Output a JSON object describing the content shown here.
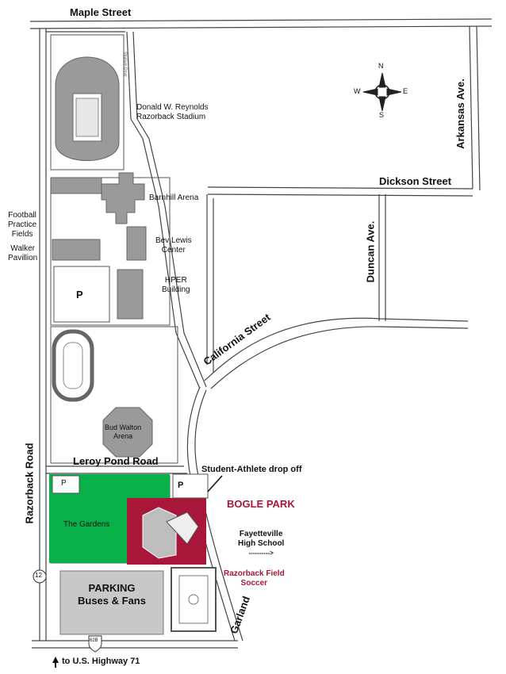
{
  "streets": {
    "maple": "Maple Street",
    "dickson": "Dickson Street",
    "arkansas": "Arkansas Ave.",
    "duncan": "Duncan Ave.",
    "california": "California Street",
    "leroy_pond": "Leroy Pond Road",
    "razorback_road": "Razorback Road",
    "garland": "Garland",
    "stadium_drive": "Stadium Drive"
  },
  "buildings": {
    "stadium_line1": "Donald W. Reynolds",
    "stadium_line2": "Razorback Stadium",
    "barnhill": "Barnhill Arena",
    "bev_lewis_line1": "Bev Lewis",
    "bev_lewis_line2": "Center",
    "hper_line1": "HPER",
    "hper_line2": "Building",
    "football_line1": "Football",
    "football_line2": "Practice",
    "football_line3": "Fields",
    "walker_line1": "Walker",
    "walker_line2": "Pavillion",
    "bud_walton_line1": "Bud Walton",
    "bud_walton_line2": "Arena",
    "gardens": "The Gardens",
    "fhs_line1": "Fayetteville",
    "fhs_line2": "High School",
    "fhs_arrow": "---------->"
  },
  "highlights": {
    "bogle_park": "BOGLE PARK",
    "soccer_line1": "Razorback Field",
    "soccer_line2": "Soccer",
    "drop_off": "Student-Athlete drop off"
  },
  "parking": {
    "label_line1": "PARKING",
    "label_line2": "Buses & Fans",
    "p": "P"
  },
  "compass": {
    "n": "N",
    "s": "S",
    "e": "E",
    "w": "W"
  },
  "routes": {
    "highway_note": "to  U.S. Highway 71",
    "shield_12": "12",
    "shield_62b": "62B"
  },
  "colors": {
    "gardens": "#08b04a",
    "bogle": "#a8163a",
    "parking_lot": "#c8c8c8",
    "building": "#9a9a9a",
    "accent_text": "#a8163a"
  }
}
